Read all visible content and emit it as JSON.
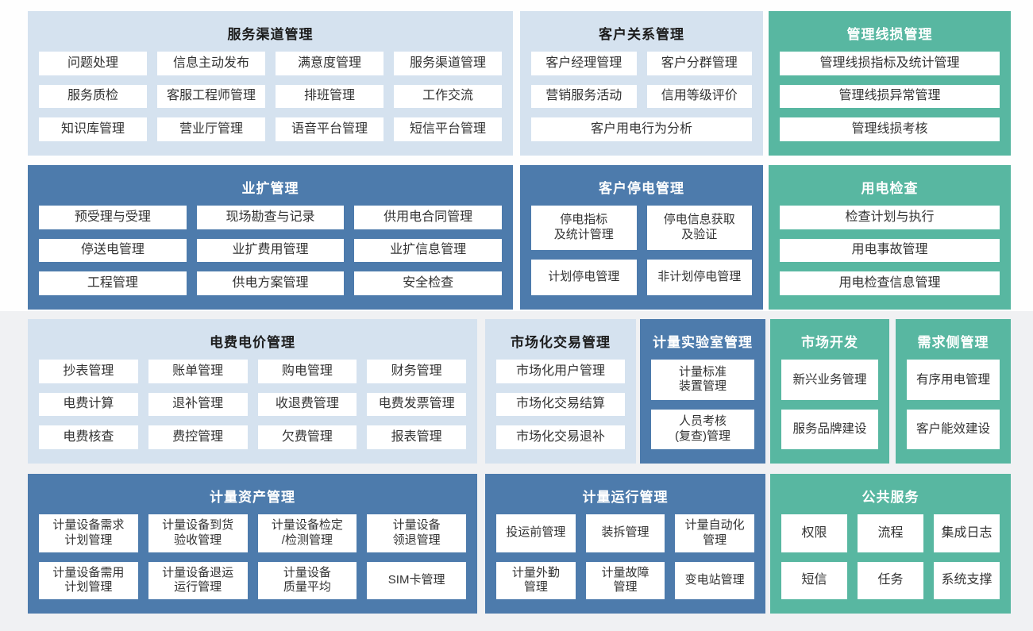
{
  "colors": {
    "light_blue": "#d5e2ef",
    "dark_blue": "#4d7bac",
    "teal": "#58b7a1",
    "item_bg": "#ffffff",
    "item_text": "#333333",
    "header_dark_text": "#1c1c1c",
    "header_light_text": "#ffffff"
  },
  "blocks": [
    {
      "id": "service-channel",
      "title": "服务渠道管理",
      "theme": "light",
      "items": [
        "问题处理",
        "信息主动发布",
        "满意度管理",
        "服务渠道管理",
        "服务质检",
        "客服工程师管理",
        "排班管理",
        "工作交流",
        "知识库管理",
        "营业厅管理",
        "语音平台管理",
        "短信平台管理"
      ]
    },
    {
      "id": "customer-relation",
      "title": "客户关系管理",
      "theme": "light",
      "items": [
        "客户经理管理",
        "客户分群管理",
        "营销服务活动",
        "信用等级评价",
        {
          "text": "客户用电行为分析",
          "span": 2
        }
      ]
    },
    {
      "id": "line-loss",
      "title": "管理线损管理",
      "theme": "teal",
      "items": [
        "管理线损指标及统计管理",
        "管理线损异常管理",
        "管理线损考核"
      ]
    },
    {
      "id": "business-expansion",
      "title": "业扩管理",
      "theme": "dark",
      "items": [
        "预受理与受理",
        "现场勘查与记录",
        "供用电合同管理",
        "停送电管理",
        "业扩费用管理",
        "业扩信息管理",
        "工程管理",
        "供电方案管理",
        "安全检查"
      ]
    },
    {
      "id": "outage",
      "title": "客户停电管理",
      "theme": "dark",
      "items": [
        "停电指标\n及统计管理",
        "停电信息获取\n及验证",
        "计划停电管理",
        "非计划停电管理"
      ]
    },
    {
      "id": "inspection",
      "title": "用电检查",
      "theme": "teal",
      "items": [
        "检查计划与执行",
        "用电事故管理",
        "用电检查信息管理"
      ]
    },
    {
      "id": "billing",
      "title": "电费电价管理",
      "theme": "light",
      "items": [
        "抄表管理",
        "账单管理",
        "购电管理",
        "财务管理",
        "电费计算",
        "退补管理",
        "收退费管理",
        "电费发票管理",
        "电费核查",
        "费控管理",
        "欠费管理",
        "报表管理"
      ]
    },
    {
      "id": "market-trade",
      "title": "市场化交易管理",
      "theme": "light",
      "items": [
        "市场化用户管理",
        "市场化交易结算",
        "市场化交易退补"
      ]
    },
    {
      "id": "metering-lab",
      "title": "计量实验室管理",
      "theme": "dark",
      "items": [
        "计量标准\n装置管理",
        "人员考核\n(复查)管理"
      ]
    },
    {
      "id": "market-dev",
      "title": "市场开发",
      "theme": "teal",
      "items": [
        "新兴业务管理",
        "服务品牌建设"
      ]
    },
    {
      "id": "demand-side",
      "title": "需求侧管理",
      "theme": "teal",
      "items": [
        "有序用电管理",
        "客户能效建设"
      ]
    },
    {
      "id": "metering-asset",
      "title": "计量资产管理",
      "theme": "dark",
      "items": [
        "计量设备需求\n计划管理",
        "计量设备到货\n验收管理",
        "计量设备检定\n/检测管理",
        "计量设备\n领退管理",
        "计量设备需用\n计划管理",
        "计量设备退运\n运行管理",
        "计量设备\n质量平均",
        "SIM卡管理"
      ]
    },
    {
      "id": "metering-operation",
      "title": "计量运行管理",
      "theme": "dark",
      "items": [
        "投运前管理",
        "装拆管理",
        "计量自动化\n管理",
        "计量外勤\n管理",
        "计量故障\n管理",
        "变电站管理"
      ]
    },
    {
      "id": "public-service",
      "title": "公共服务",
      "theme": "teal",
      "items": [
        "权限",
        "流程",
        "集成日志",
        "短信",
        "任务",
        "系统支撑"
      ]
    }
  ]
}
